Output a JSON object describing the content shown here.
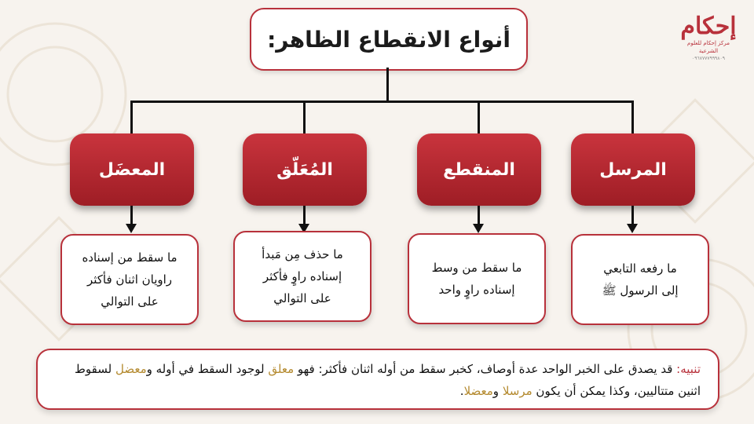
{
  "title": "أنواع الانقطاع الظاهر:",
  "logo": {
    "mark": "إحكام",
    "subtitle": "مركز إحكام للعلوم الشرعية",
    "number": "۰۹٦۷۷۷۷۹۹۹۸۰۹"
  },
  "categories": [
    {
      "name": "المرسل",
      "definition": [
        "ما رفعه التابعي",
        "إلى الرسول ﷺ"
      ]
    },
    {
      "name": "المنقطع",
      "definition": [
        "ما سقط من وسط",
        "إسناده راوٍ واحد"
      ]
    },
    {
      "name": "المُعَلّق",
      "definition": [
        "ما حذف مِن مَبدأ",
        "إسناده راوٍ فأكثر",
        "على التوالي"
      ]
    },
    {
      "name": "المعضَل",
      "definition": [
        "ما سقط من إسناده",
        "راويان اثنان فأكثر",
        "على التوالي"
      ]
    }
  ],
  "note": {
    "label": "تنبيه:",
    "part1": " قد يصدق على الخبر الواحد عدة أوصاف، كخبر سقط من أوله اثنان فأكثر: فهو ",
    "term1": "معلق",
    "part2": " لوجود السقط في أوله و",
    "term2": "معضل",
    "part3": " لسقوط اثنين متتاليين، وكذا يمكن أن يكون ",
    "term3": "مرسلا",
    "part4": " و",
    "term4": "معضلا",
    "part5": "."
  }
}
